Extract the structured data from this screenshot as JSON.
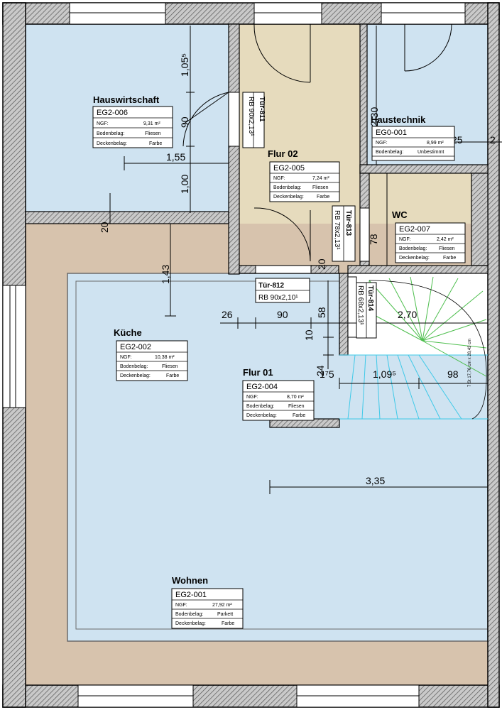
{
  "rooms": {
    "hauswirtschaft": {
      "name": "Hauswirtschaft",
      "code": "EG2-006",
      "ngf_label": "NGF:",
      "ngf": "9,31 m²",
      "boden_label": "Bodenbelag:",
      "boden": "Fliesen",
      "decke_label": "Deckenbelag:",
      "decke": "Farbe"
    },
    "flur02": {
      "name": "Flur 02",
      "code": "EG2-005",
      "ngf_label": "NGF:",
      "ngf": "7,24 m²",
      "boden_label": "Bodenbelag:",
      "boden": "Fliesen",
      "decke_label": "Deckenbelag:",
      "decke": "Farbe"
    },
    "haustechnik": {
      "name": "Haustechnik",
      "code": "EG0-001",
      "ngf_label": "NGF:",
      "ngf": "8,99 m²",
      "boden_label": "Bodenbelag:",
      "boden": "Unbestimmt",
      "decke_label": "Deckenbelag:",
      "decke": "Farbe"
    },
    "wc": {
      "name": "WC",
      "code": "EG2-007",
      "ngf_label": "NGF:",
      "ngf": "2,42 m²",
      "boden_label": "Bodenbelag:",
      "boden": "Fliesen",
      "decke_label": "Deckenbelag:",
      "decke": "Farbe"
    },
    "kueche": {
      "name": "Küche",
      "code": "EG2-002",
      "ngf_label": "NGF:",
      "ngf": "10,38 m²",
      "boden_label": "Bodenbelag:",
      "boden": "Fliesen",
      "decke_label": "Deckenbelag:",
      "decke": "Farbe"
    },
    "flur01": {
      "name": "Flur 01",
      "code": "EG2-004",
      "ngf_label": "NGF:",
      "ngf": "8,70 m²",
      "boden_label": "Bodenbelag:",
      "boden": "Fliesen",
      "decke_label": "Deckenbelag:",
      "decke": "Farbe"
    },
    "wohnen": {
      "name": "Wohnen",
      "code": "EG2-001",
      "ngf_label": "NGF:",
      "ngf": "27,92 m²",
      "boden_label": "Bodenbelag:",
      "boden": "Parkett",
      "decke_label": "Deckenbelag:",
      "decke": "Farbe"
    }
  },
  "doors": {
    "d811": {
      "id": "Tür-811",
      "spec": "RB 90x2,13¹"
    },
    "d812": {
      "id": "Tür-812",
      "spec": "RB  90x2,10¹"
    },
    "d813": {
      "id": "Tür-813",
      "spec": "RB 78x2,13¹"
    },
    "d814": {
      "id": "Tür-814",
      "spec": "RB 68x2,13¹"
    }
  },
  "dimensions": {
    "d_1055": "1,05⁵",
    "d_90a": "90",
    "d_155": "1,55",
    "d_100": "1,00",
    "d_20a": "20",
    "d_143": "1,43",
    "d_26": "26",
    "d_90b": "90",
    "d_58": "58",
    "d_270": "2,70",
    "d_10": "10",
    "d_24": "24",
    "d_175": "1⁷5",
    "d_1095": "1,09⁵",
    "d_98": "98",
    "d_335": "3,35",
    "d_230": "2,30",
    "d_25": "25",
    "d_2": "2",
    "d_78": "78",
    "d_20b": "20"
  },
  "stair": {
    "note": "7 St 17,76 cm x 28,43 cm"
  }
}
